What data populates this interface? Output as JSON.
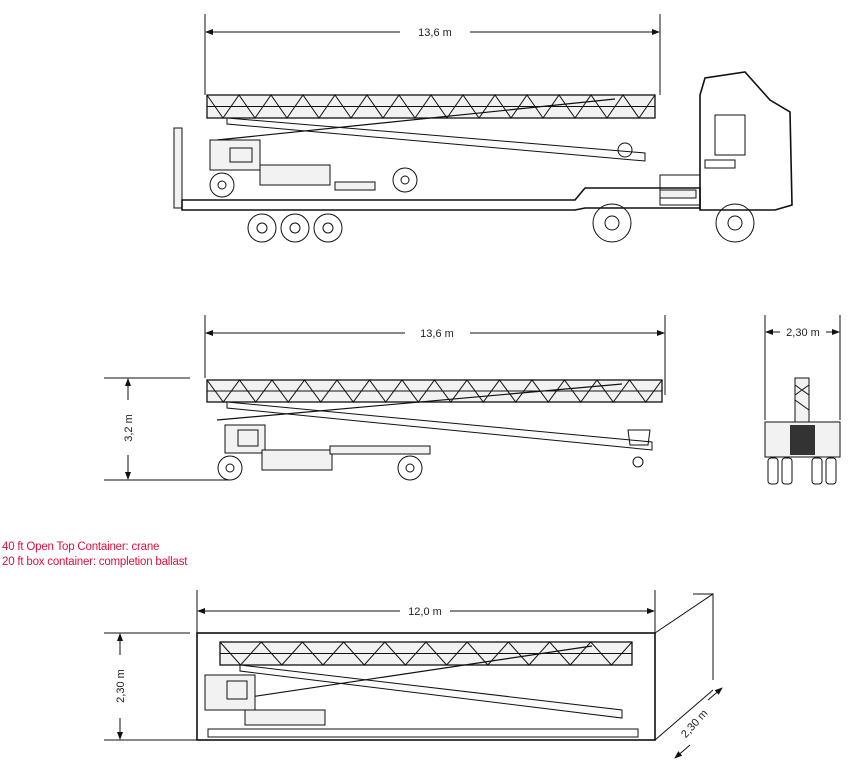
{
  "dimensions": {
    "truck_length": "13,6 m",
    "crane_length": "13,6 m",
    "crane_height": "3,2 m",
    "crane_width": "2,30 m",
    "container_length": "12,0 m",
    "container_height": "2,30 m",
    "container_width": "2,30 m"
  },
  "notes": [
    "40 ft Open Top Container: crane",
    "20 ft box container: completion ballast"
  ],
  "colors": {
    "note": "#e0103c",
    "line": "#111111"
  }
}
